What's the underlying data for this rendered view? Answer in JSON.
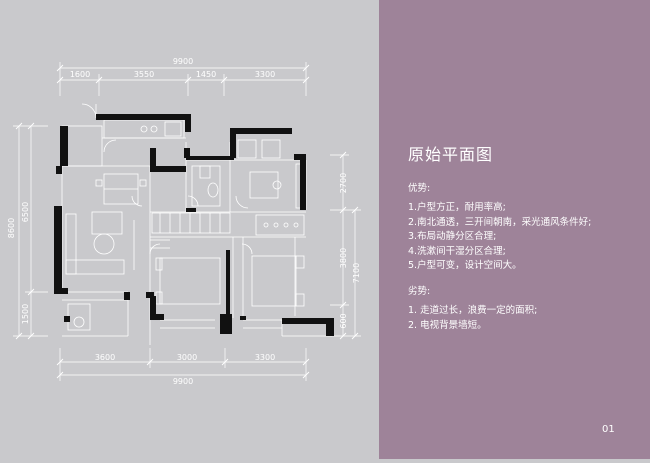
{
  "plan": {
    "top_total": "9900",
    "top_dims": [
      "1600",
      "3550",
      "1450",
      "3300"
    ],
    "bottom_dims": [
      "3600",
      "3000",
      "3300"
    ],
    "bottom_total": "9900",
    "left_total": "8600",
    "left_dims": [
      "6500",
      "1500"
    ],
    "right_dims": [
      "2700",
      "3800",
      "600"
    ],
    "right_total": "7100"
  },
  "panel": {
    "title": "原始平面图",
    "adv_heading": "优势:",
    "advantages": [
      "1.户型方正，耐用率高;",
      "2.南北通透，三开间朝南，采光通风条件好;",
      "3.布局动静分区合理;",
      "4.洗漱间干湿分区合理;",
      "5.户型可变，设计空间大。"
    ],
    "dis_heading": "劣势:",
    "disadvantages": [
      "1. 走道过长，浪费一定的面积;",
      "2. 电视背景墙短。"
    ],
    "page_number": "01"
  },
  "colors": {
    "panel_bg": "#9e8399",
    "left_bg": "#c9c9cc",
    "wall": "#111111",
    "line": "#ffffff"
  }
}
